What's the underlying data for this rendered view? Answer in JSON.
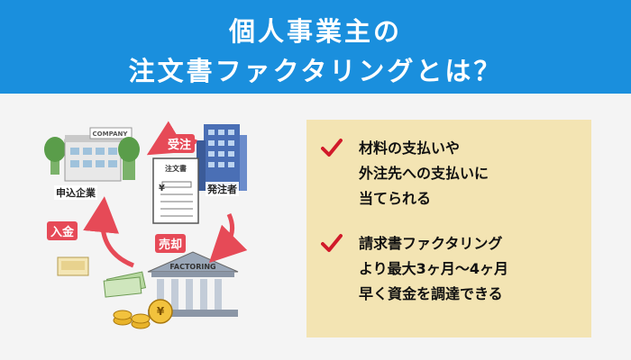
{
  "header": {
    "title_line1": "個人事業主の",
    "title_line2": "注文書ファクタリングとは？",
    "bg_color": "#1a8fdd"
  },
  "illustration": {
    "company_sign": "COMPANY",
    "applicant_label": "申込企業",
    "issuer_label": "発注者",
    "document_title": "注文書",
    "document_symbol": "¥",
    "factoring_sign": "FACTORING",
    "coin_symbol": "¥",
    "badge_order": "受注",
    "badge_sale": "売却",
    "badge_deposit": "入金",
    "arrow_color": "#e64a57"
  },
  "panel": {
    "bg_color": "#f3e4b3",
    "check_color": "#d11a2a",
    "items": [
      {
        "lines": [
          "材料の支払いや",
          "外注先への支払いに",
          "当てられる"
        ]
      },
      {
        "lines": [
          "請求書ファクタリング",
          "より最大3ヶ月〜4ヶ月",
          "早く資金を調達できる"
        ]
      }
    ]
  }
}
